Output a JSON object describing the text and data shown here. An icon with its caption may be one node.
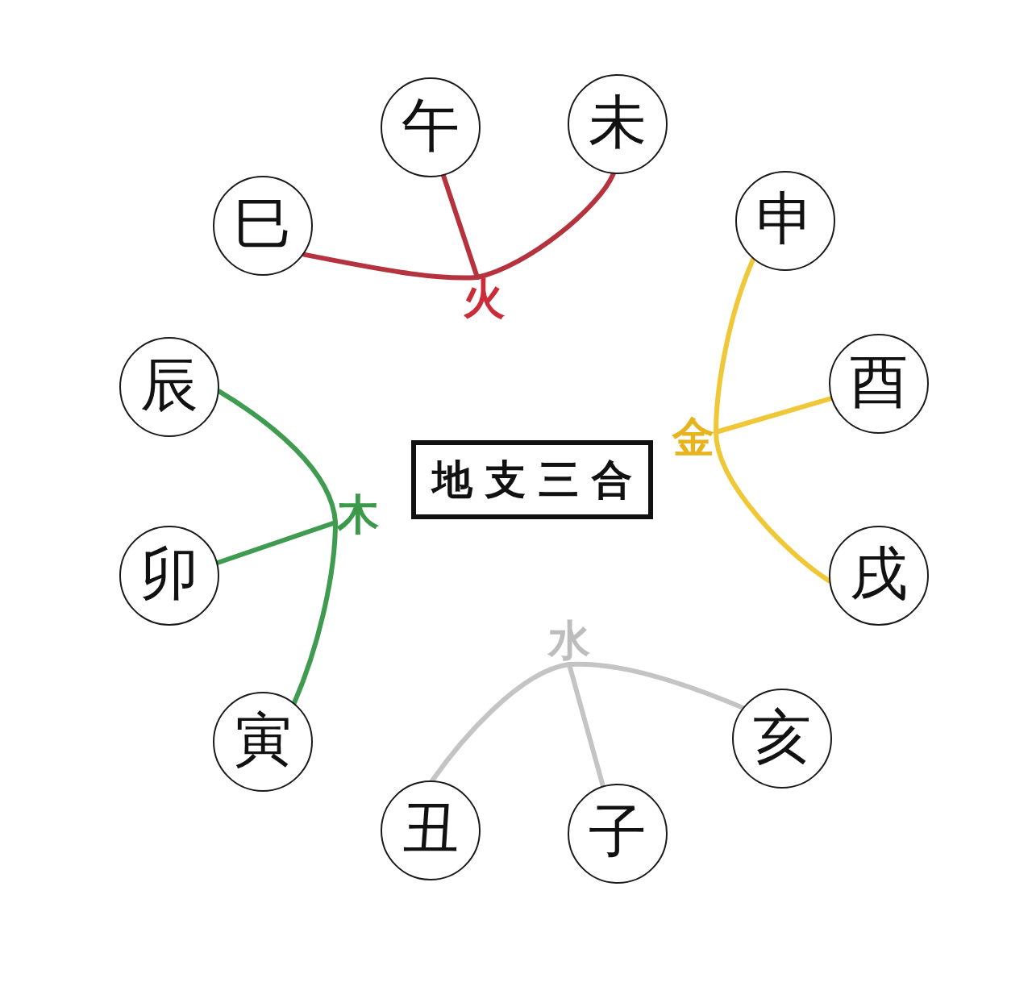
{
  "diagram": {
    "nodes": [
      {
        "text": [
          "午"
        ]
      },
      {
        "text": [
          "未"
        ]
      },
      {
        "text": [
          "巳"
        ]
      },
      {
        "text": [
          "申"
        ]
      },
      {
        "text": [
          "火"
        ]
      },
      {
        "text": [
          "辰"
        ]
      },
      {
        "text": [
          "酉"
        ]
      },
      {
        "text": [
          "金"
        ]
      },
      {
        "text": [
          "地支三合"
        ]
      },
      {
        "text": [
          "木"
        ]
      },
      {
        "text": [
          "卯"
        ]
      },
      {
        "text": [
          "戌"
        ]
      },
      {
        "text": [
          "水"
        ]
      },
      {
        "text": [
          "寅"
        ]
      },
      {
        "text": [
          "亥"
        ]
      },
      {
        "text": [
          "丑"
        ]
      },
      {
        "text": [
          "子"
        ]
      }
    ],
    "edges": [
      {
        "from": 2,
        "to": 4,
        "arrow": "none",
        "color": "#b5323f"
      },
      {
        "from": 0,
        "to": 4,
        "arrow": "none",
        "color": "#b5323f"
      },
      {
        "from": 1,
        "to": 4,
        "arrow": "none",
        "color": "#b5323f"
      },
      {
        "from": 3,
        "to": 7,
        "arrow": "none",
        "color": "#f0c737"
      },
      {
        "from": 6,
        "to": 7,
        "arrow": "none",
        "color": "#f0c737"
      },
      {
        "from": 11,
        "to": 7,
        "arrow": "none",
        "color": "#f0c737"
      },
      {
        "from": 5,
        "to": 9,
        "arrow": "none",
        "color": "#3f9b50"
      },
      {
        "from": 10,
        "to": 9,
        "arrow": "none",
        "color": "#3f9b50"
      },
      {
        "from": 13,
        "to": 9,
        "arrow": "none",
        "color": "#3f9b50"
      },
      {
        "from": 15,
        "to": 12,
        "arrow": "none",
        "color": "#c4c4c4"
      },
      {
        "from": 16,
        "to": 12,
        "arrow": "none",
        "color": "#c4c4c4"
      },
      {
        "from": 14,
        "to": 12,
        "arrow": "none",
        "color": "#c4c4c4"
      }
    ]
  }
}
